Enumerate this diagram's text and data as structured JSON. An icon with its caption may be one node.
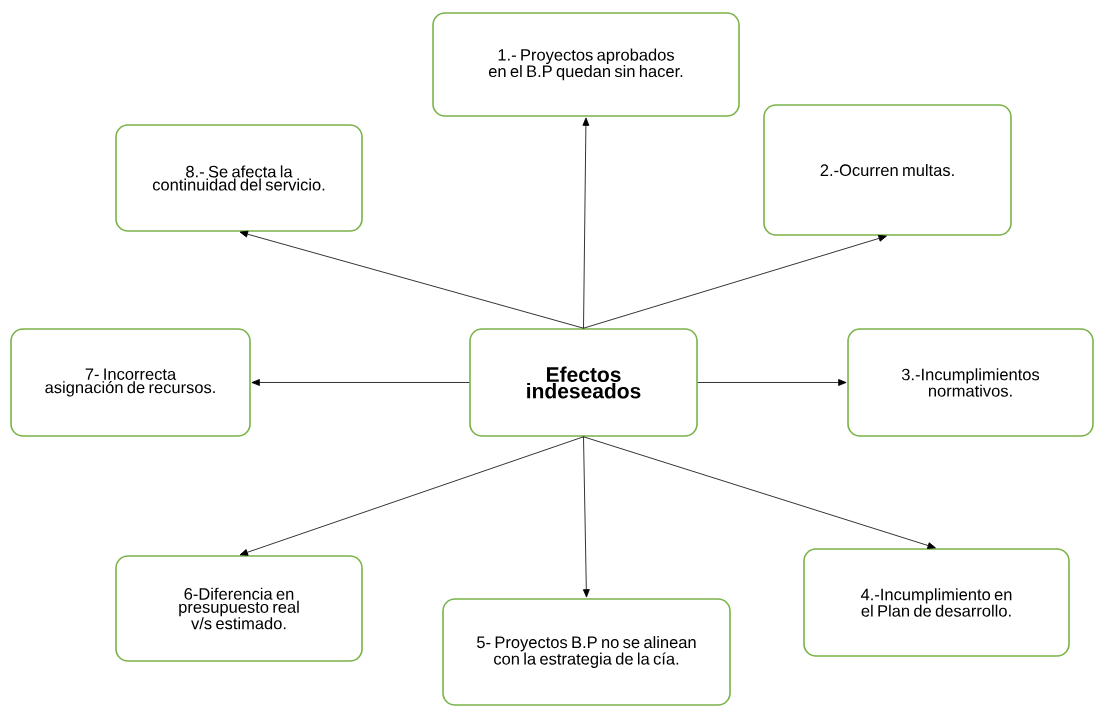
{
  "diagram": {
    "nodes": [
      {
        "text": [
          "Efectos indeseados"
        ]
      },
      {
        "text": [
          "1.- Proyectos aprobados en el B.P quedan sin hacer."
        ]
      },
      {
        "text": [
          "2.-Ocurren multas."
        ]
      },
      {
        "text": [
          "3.-Incumplimientos normativos."
        ]
      },
      {
        "text": [
          "4.-Incumplimiento en el Plan de desarrollo."
        ]
      },
      {
        "text": [
          "5- Proyectos B.P no se alinean con la estrategia de la cía."
        ]
      },
      {
        "text": [
          "6-Diferencia en presupuesto real v/s estimado."
        ]
      },
      {
        "text": [
          "7- Incorrecta asignación de recursos."
        ]
      },
      {
        "text": [
          "8.- Se afecta la continuidad del servicio."
        ]
      }
    ],
    "edges": [
      {
        "from": 0,
        "to": 1,
        "arrow": "to"
      },
      {
        "from": 0,
        "to": 2,
        "arrow": "to"
      },
      {
        "from": 0,
        "to": 3,
        "arrow": "to"
      },
      {
        "from": 0,
        "to": 4,
        "arrow": "to"
      },
      {
        "from": 0,
        "to": 5,
        "arrow": "to"
      },
      {
        "from": 0,
        "to": 6,
        "arrow": "to"
      },
      {
        "from": 0,
        "to": 7,
        "arrow": "to"
      },
      {
        "from": 0,
        "to": 8,
        "arrow": "to"
      }
    ]
  }
}
